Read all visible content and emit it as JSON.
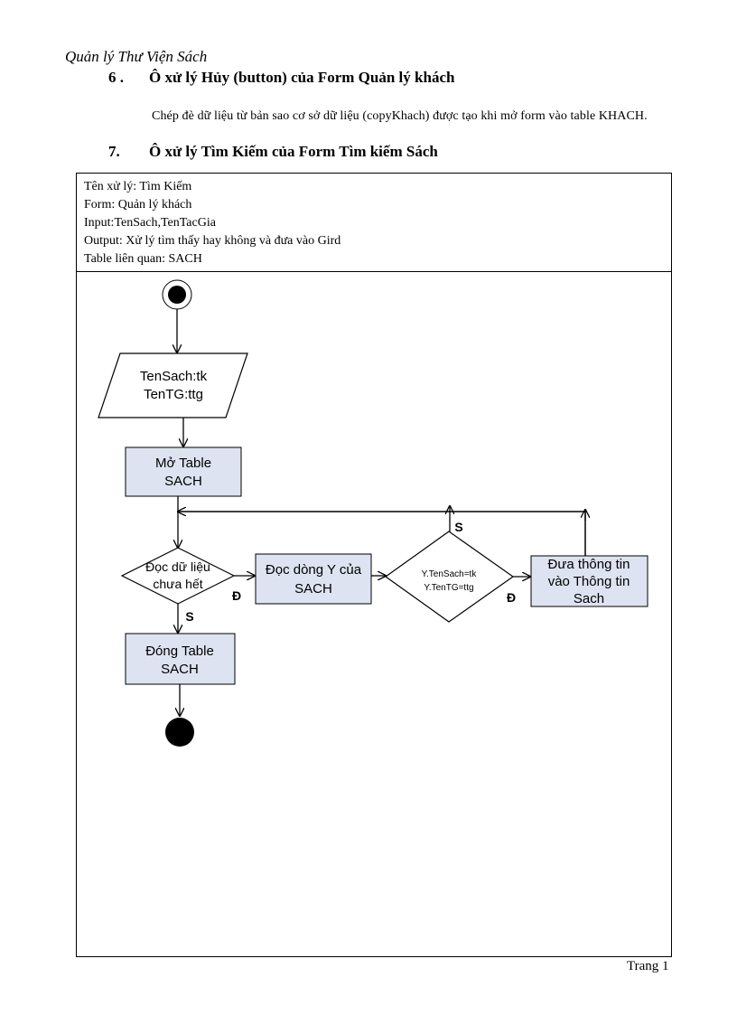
{
  "header": {
    "title": "Quản lý Thư Viện Sách"
  },
  "section6": {
    "number": "6 .",
    "title": "Ô xử lý Hủy (button) của Form Quản lý khách",
    "body": "Chép đè dữ liệu từ bản sao cơ sở dữ liệu (copyKhach) được tạo khi mở form vào table KHACH."
  },
  "section7": {
    "number": "7.",
    "title": "Ô xử lý Tìm Kiếm của Form Tìm kiếm Sách"
  },
  "spec": {
    "lines": [
      "Tên xử lý: Tìm Kiếm",
      "Form: Quản lý khách",
      "Input:TenSach,TenTacGia",
      "Output: Xử lý tìm thấy hay không và đưa vào Gird",
      "Table liên quan: SACH"
    ]
  },
  "flowchart": {
    "input_line1": "TenSach:tk",
    "input_line2": "TenTG:ttg",
    "open_table_line1": "Mở Table",
    "open_table_line2": "SACH",
    "decision1_line1": "Đọc dữ liệu",
    "decision1_line2": "chưa hết",
    "read_row_line1": "Đọc dòng Y của",
    "read_row_line2": "SACH",
    "decision2_line1": "Y.TenSach=tk",
    "decision2_line2": "Y.TenTG=ttg",
    "output_line1": "Đưa thông tin",
    "output_line2": "vào Thông tin",
    "output_line3": "Sach",
    "close_table_line1": "Đóng Table",
    "close_table_line2": "SACH",
    "label_yes_1": "Đ",
    "label_no_1": "S",
    "label_no_2": "S",
    "label_yes_2": "Đ"
  },
  "colors": {
    "process_fill": "#dde3f0"
  },
  "footer": {
    "page": "Trang 1"
  }
}
